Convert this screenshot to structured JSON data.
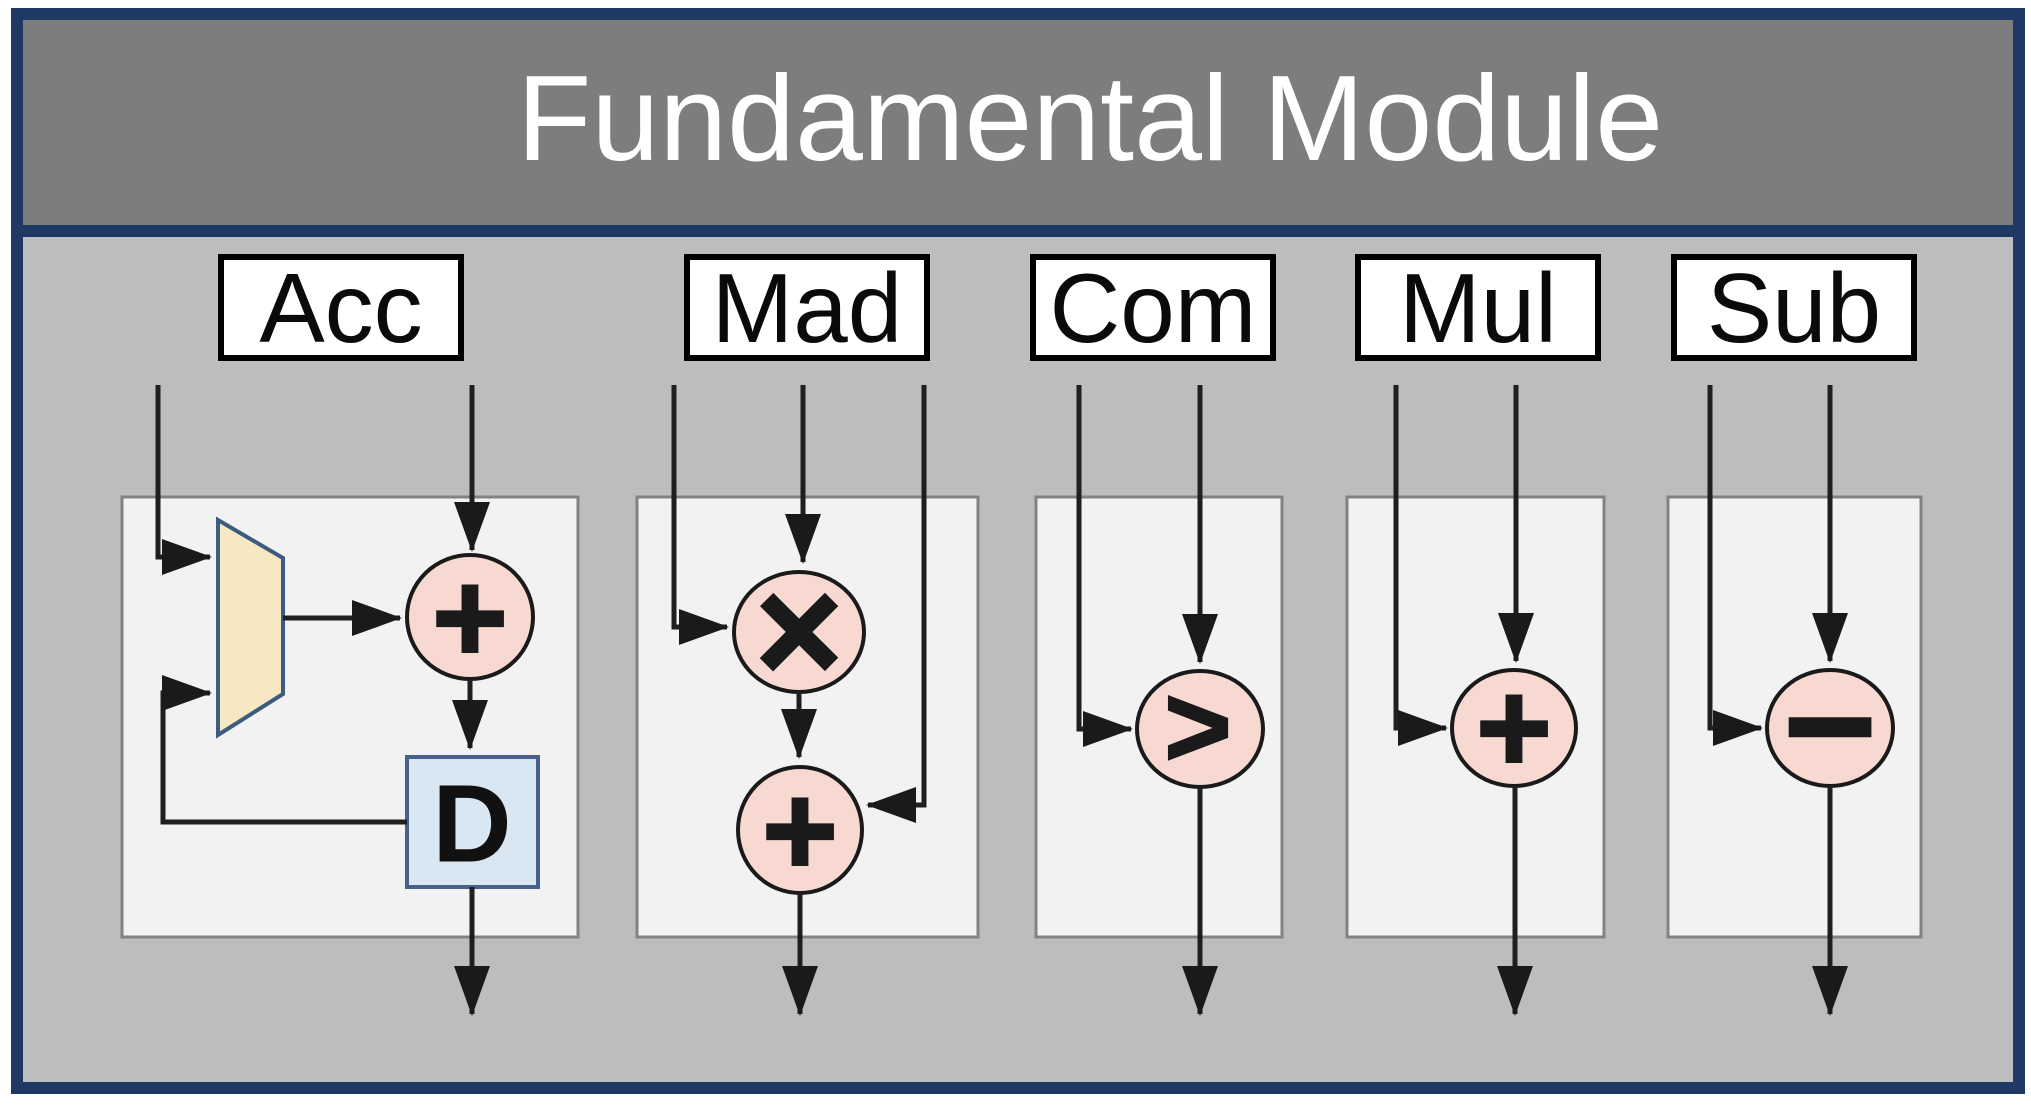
{
  "diagram": {
    "title": "Fundamental Module",
    "modules": [
      {
        "id": "acc",
        "label": "Acc",
        "inputs": 2,
        "operators": [
          "+"
        ],
        "register": "D",
        "has_mux": true
      },
      {
        "id": "mad",
        "label": "Mad",
        "inputs": 3,
        "operators": [
          "×",
          "+"
        ]
      },
      {
        "id": "com",
        "label": "Com",
        "inputs": 2,
        "operators": [
          ">"
        ]
      },
      {
        "id": "mul",
        "label": "Mul",
        "inputs": 2,
        "operators": [
          "+"
        ]
      },
      {
        "id": "sub",
        "label": "Sub",
        "inputs": 2,
        "operators": [
          "−"
        ]
      }
    ]
  },
  "colors": {
    "frame_border": "#203864",
    "header_bg": "#7d7d7d",
    "body_bg": "#bdbdbd",
    "box_bg": "#f2f2f2",
    "box_border": "#828282",
    "label_bg": "#ffffff",
    "label_border": "#000000",
    "mux_fill": "#f6e8c2",
    "mux_border": "#3d5a80",
    "op_fill": "#f7d9d2",
    "op_border": "#1a1a1a",
    "register_fill": "#d9e7f3",
    "register_border": "#46618c",
    "line": "#1f1f1f",
    "title_text": "#ffffff"
  }
}
